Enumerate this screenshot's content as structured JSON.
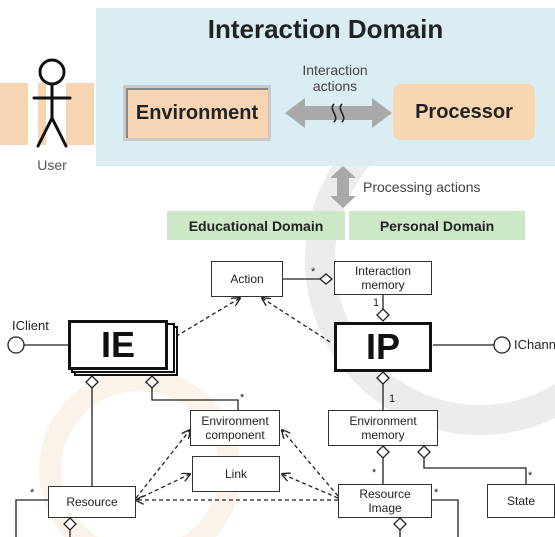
{
  "header": {
    "title": "Interaction Domain",
    "user_label": "User",
    "environment_label": "Environment",
    "processor_label": "Processor",
    "interaction_actions_line1": "Interaction",
    "interaction_actions_line2": "actions",
    "processing_actions": "Processing actions"
  },
  "domains": {
    "educational": "Educational Domain",
    "personal": "Personal Domain"
  },
  "classes": {
    "action": "Action",
    "interaction_memory_line1": "Interaction",
    "interaction_memory_line2": "memory",
    "ie": "IE",
    "ip": "IP",
    "environment_component_line1": "Environment",
    "environment_component_line2": "component",
    "environment_memory_line1": "Environment",
    "environment_memory_line2": "memory",
    "link": "Link",
    "resource": "Resource",
    "resource_image_line1": "Resource",
    "resource_image_line2": "Image",
    "state": "State"
  },
  "interfaces": {
    "iclient": "IClient",
    "ichannel": "IChannel"
  },
  "multiplicities": {
    "action_memory": "*",
    "memory_ip": "1",
    "ip_envmemory": "1",
    "ie_component": "*",
    "envmemory_image": "*",
    "envmemory_state": "*",
    "resource_self": "*",
    "image_self": "*"
  },
  "colors": {
    "domain_panel": "#d9edf3",
    "user_stripe": "#f7d5b3",
    "environment_box": "#f7d5b3",
    "processor_box": "#f9d6b2",
    "domain_tab": "#cde8c6",
    "arrow_gray": "#a9a9a9"
  }
}
